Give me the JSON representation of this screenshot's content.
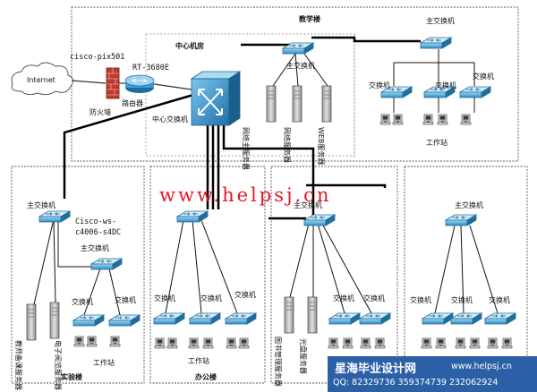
{
  "buildings": {
    "teaching": "教学楼",
    "lab": "实验楼",
    "office": "办公楼"
  },
  "core": {
    "room": "中心机房",
    "switch": "中心交换机",
    "firewall": "防火墙",
    "router": "路由器",
    "internet": "Internet",
    "pix": "cisco-pix501",
    "rt": "RT-3680E"
  },
  "servers": {
    "net_main": "网络主服务器",
    "net_srv": "网络服务器",
    "web": "WEB服务器",
    "teacher": "教师备课服务器",
    "reading": "电子阅览服务器",
    "library": "图书管理服务器",
    "disc": "光盘服务器"
  },
  "labels": {
    "main_switch": "主交换机",
    "switch": "交换机",
    "workstation": "工作站",
    "cisco_ws": "Cisco-ws-",
    "c4006": "c4006-s4DC"
  },
  "watermark": "www.helpsj.cn",
  "footer": {
    "name": "星海毕业设计网",
    "url": "www.helpsj.cn",
    "qq": "QQ: 82329736  359374739  232062924"
  }
}
